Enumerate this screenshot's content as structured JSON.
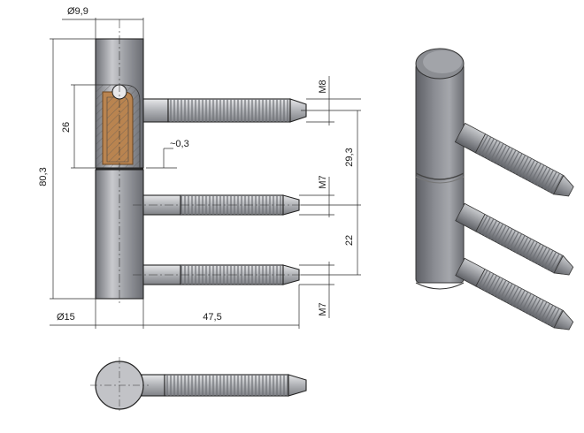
{
  "dimensions": {
    "top_diameter": "Ø9,9",
    "height_total": "80,3",
    "upper_height": "26",
    "gap": "~0,3",
    "thread_top": "M8",
    "thread_middle": "M7",
    "thread_bottom": "M7",
    "spacing_upper": "29,3",
    "spacing_lower": "22",
    "bottom_diameter": "Ø15",
    "pin_length": "47,5"
  },
  "colors": {
    "metal_dark": "#8e9096",
    "metal_light": "#d8d9dc",
    "insert_brown": "#9a6a3a",
    "line": "#222222"
  }
}
